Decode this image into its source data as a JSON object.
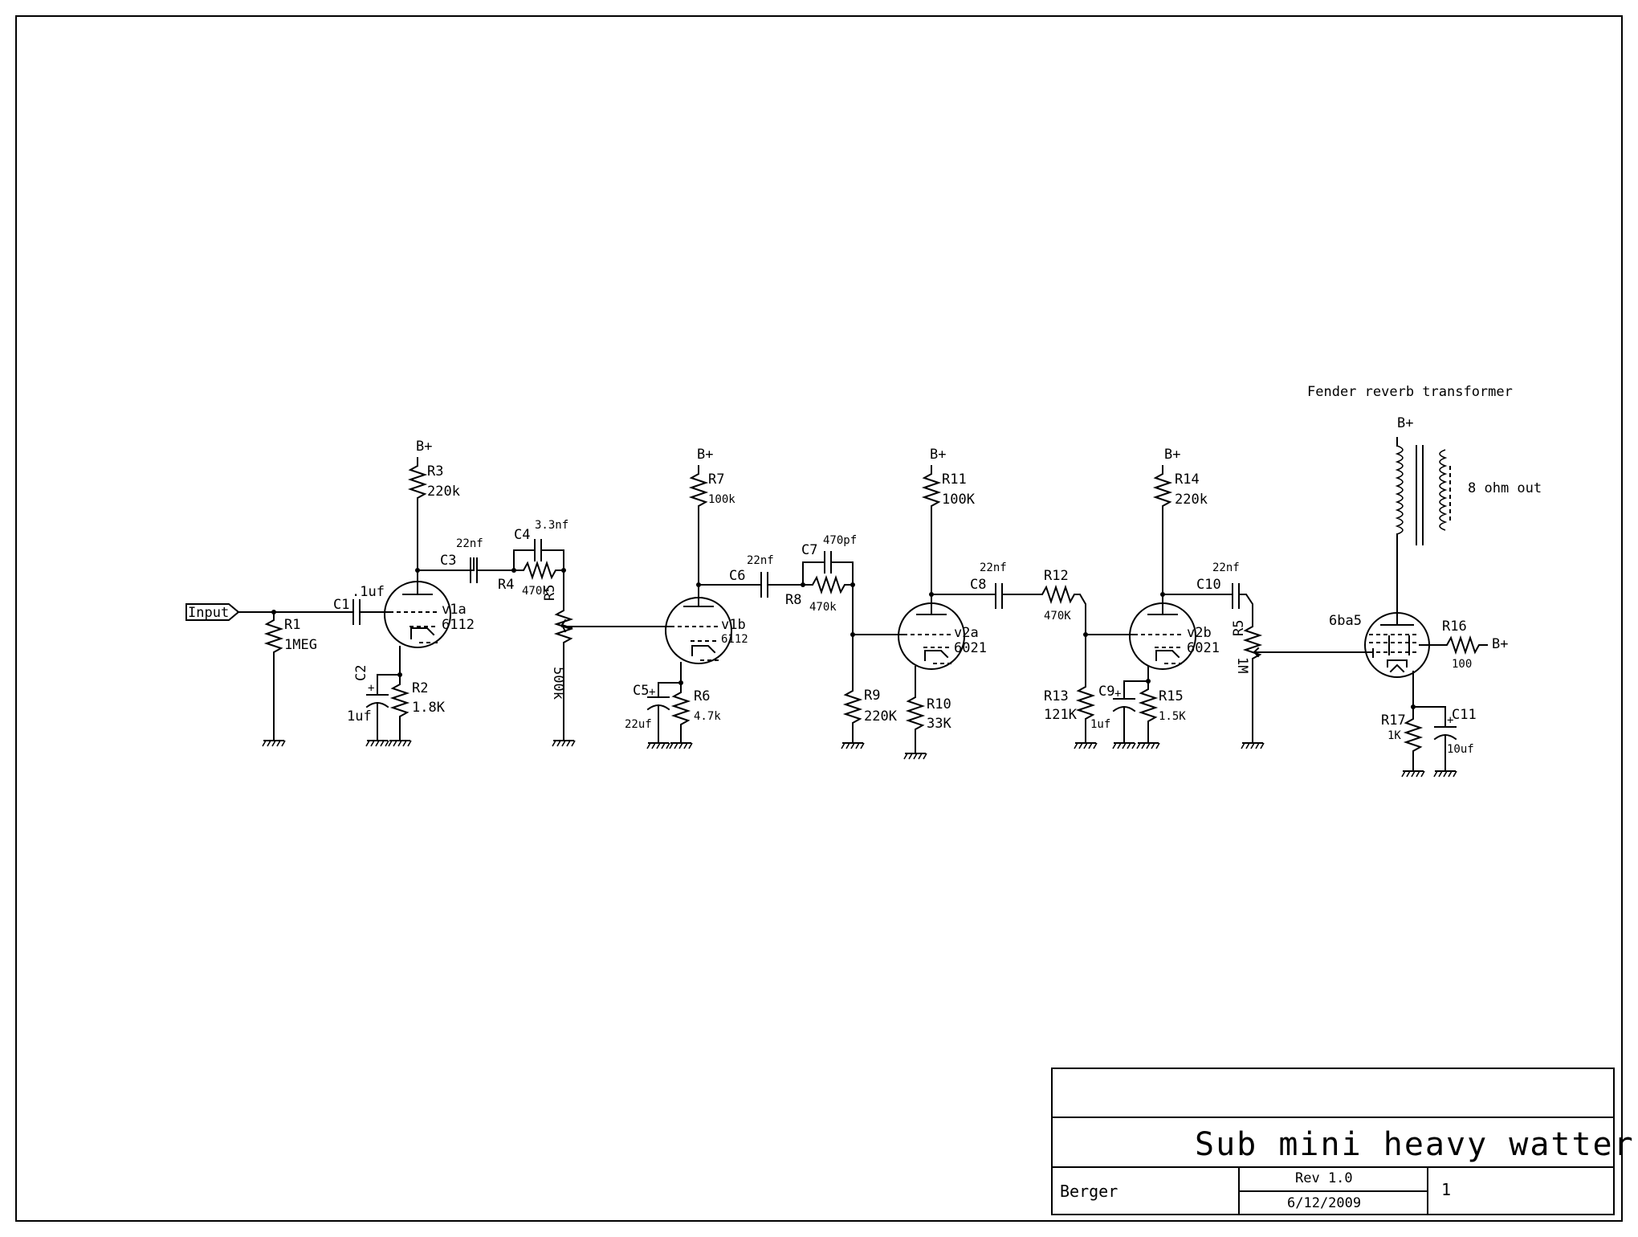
{
  "title_block": {
    "title": "Sub mini heavy watter",
    "author": "Berger",
    "revision": "Rev 1.0",
    "date": "6/12/2009",
    "sheet": "1"
  },
  "notes": {
    "transformer": "Fender reverb transformer",
    "output": "8 ohm out"
  },
  "labels": {
    "input": "Input",
    "bplus": "B+",
    "R1": "R1",
    "R1v": "1MEG",
    "C1": "C1",
    "C1v": ".1uf",
    "C2": "C2",
    "C2v": "1uf",
    "R2": "R2",
    "R2v": "1.8K",
    "R3": "R3",
    "R3v": "220k",
    "C3": "C3",
    "C3v": "22nf",
    "C4": "C4",
    "C4v": "3.3nf",
    "R4": "R4",
    "R4v": "470k",
    "R5a": "R5",
    "R5av": "500k",
    "V1a": "v1a",
    "V1at": "6112",
    "R7": "R7",
    "R7v": "100k",
    "C6": "C6",
    "C6v": "22nf",
    "C7": "C7",
    "C7v": "470pf",
    "R8": "R8",
    "R8v": "470k",
    "V1b": "v1b",
    "V1bt": "6112",
    "C5": "C5",
    "C5v": "22uf",
    "R6": "R6",
    "R6v": "4.7k",
    "R9": "R9",
    "R9v": "220K",
    "R11": "R11",
    "R11v": "100K",
    "C8": "C8",
    "C8v": "22nf",
    "R12": "R12",
    "R12v": "470K",
    "V2a": "v2a",
    "V2at": "6021",
    "R10": "R10",
    "R10v": "33K",
    "R13": "R13",
    "R13v": "121K",
    "R14": "R14",
    "R14v": "220k",
    "C10": "C10",
    "C10v": "22nf",
    "V2b": "v2b",
    "V2bt": "6021",
    "C9": "C9",
    "C9v": "1uf",
    "R15": "R15",
    "R15v": "1.5K",
    "R5b": "R5",
    "R5bv": "1M",
    "V3": "6ba5",
    "R16": "R16",
    "R16v": "100",
    "R17": "R17",
    "R17v": "1K",
    "C11": "C11",
    "C11v": "10uf"
  }
}
